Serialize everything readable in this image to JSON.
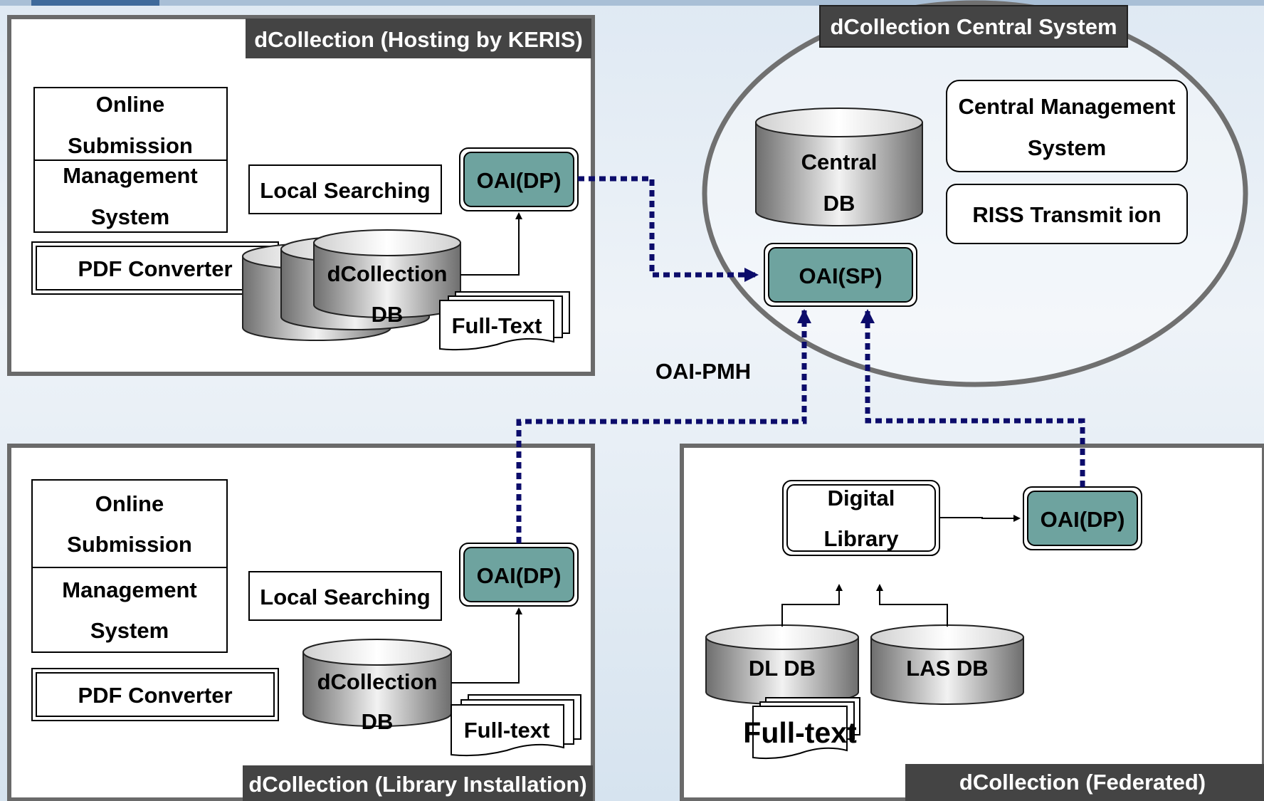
{
  "panels": {
    "hosting": {
      "title": "dCollection (Hosting by KERIS)",
      "online_1": "Online",
      "online_2": "Submission",
      "mgmt_1": "Management",
      "mgmt_2": "System",
      "pdf": "PDF  Converter",
      "local_search": "Local Searching",
      "oai": "OAI(DP)",
      "db_1": "dCollection",
      "db_2": "DB",
      "fulltext": "Full-Text"
    },
    "central": {
      "title": "dCollection  Central System",
      "db_1": "Central",
      "db_2": "DB",
      "cms_1": "Central Management",
      "cms_2": "System",
      "riss": "RISS Transmit ion",
      "oai_sp": "OAI(SP)"
    },
    "protocol_label": "OAI-PMH",
    "library": {
      "title": "dCollection (Library Installation)",
      "online_1": "Online",
      "online_2": "Submission",
      "mgmt_1": "Management",
      "mgmt_2": "System",
      "pdf": "PDF Converter",
      "local_search": "Local Searching",
      "oai": "OAI(DP)",
      "db_1": "dCollection",
      "db_2": "DB",
      "fulltext": "Full-text"
    },
    "federated": {
      "title": "dCollection (Federated)",
      "dl_1": "Digital",
      "dl_2": "Library",
      "oai": "OAI(DP)",
      "dldb": "DL DB",
      "lasdb": "LAS DB",
      "fulltext": "Full-text"
    }
  },
  "colors": {
    "oai_fill": "#6ea39f",
    "link": "#0c0c6b",
    "panel_border": "#666666",
    "title_bar": "#444444"
  }
}
